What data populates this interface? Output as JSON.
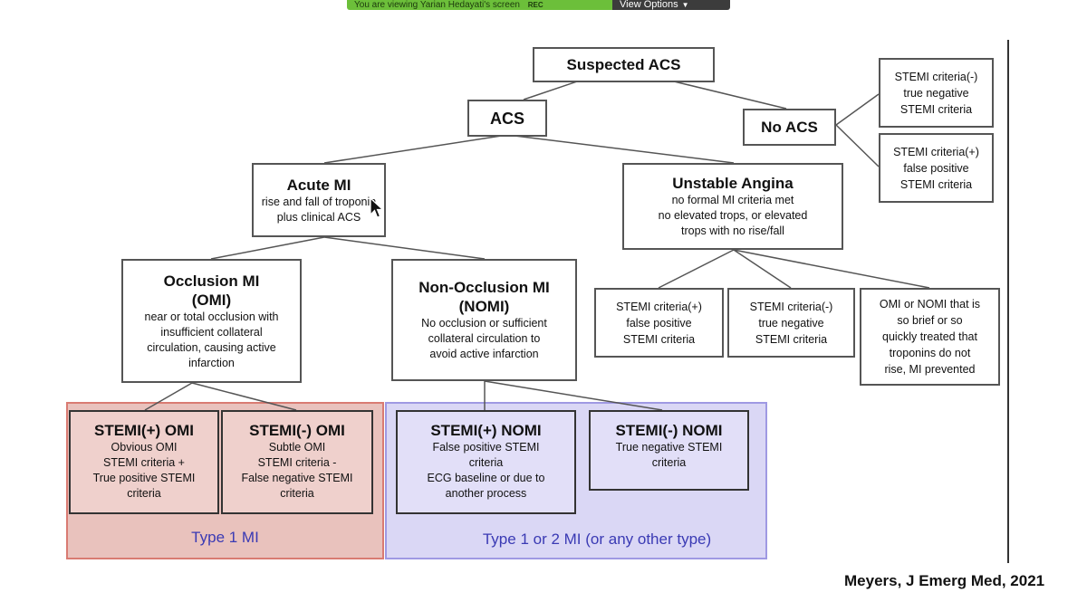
{
  "share_bar": {
    "status": "You are viewing Yarian Hedayati's screen",
    "rec": "REC",
    "view_options": "View Options"
  },
  "nodes": {
    "suspected_acs": {
      "title": "Suspected ACS"
    },
    "acs": {
      "title": "ACS"
    },
    "no_acs": {
      "title": "No ACS"
    },
    "no_acs_neg": {
      "desc": "STEMI criteria(-)\ntrue negative\nSTEMI criteria"
    },
    "no_acs_pos": {
      "desc": "STEMI criteria(+)\nfalse positive\nSTEMI criteria"
    },
    "acute_mi": {
      "title": "Acute MI",
      "desc": "rise and fall of troponin\nplus clinical ACS"
    },
    "unstable_angina": {
      "title": "Unstable Angina",
      "desc": "no formal MI criteria met\nno elevated trops, or elevated\ntrops with no rise/fall"
    },
    "omi": {
      "title": "Occlusion MI\n(OMI)",
      "desc": "near or total occlusion with\ninsufficient collateral\ncirculation, causing active\ninfarction"
    },
    "nomi": {
      "title": "Non-Occlusion MI\n(NOMI)",
      "desc": "No occlusion or sufficient\ncollateral circulation to\navoid active infarction"
    },
    "ua_pos": {
      "desc": "STEMI criteria(+)\nfalse positive\nSTEMI criteria"
    },
    "ua_neg": {
      "desc": "STEMI criteria(-)\ntrue negative\nSTEMI criteria"
    },
    "ua_brief": {
      "desc": "OMI or NOMI that is\nso brief or so\nquickly treated that\ntroponins do not\nrise, MI prevented"
    },
    "stemi_pos_omi": {
      "title": "STEMI(+) OMI",
      "desc": "Obvious OMI\nSTEMI criteria +\nTrue positive STEMI\ncriteria"
    },
    "stemi_neg_omi": {
      "title": "STEMI(-) OMI",
      "desc": "Subtle OMI\nSTEMI criteria -\nFalse negative STEMI\ncriteria"
    },
    "stemi_pos_nomi": {
      "title": "STEMI(+) NOMI",
      "desc": "False positive STEMI\ncriteria\nECG baseline or due to\nanother process"
    },
    "stemi_neg_nomi": {
      "title": "STEMI(-) NOMI",
      "desc": "True negative STEMI\ncriteria"
    }
  },
  "groups": {
    "type1": "Type 1 MI",
    "type12": "Type 1 or 2 MI (or any other type)"
  },
  "citation": "Meyers, J Emerg Med, 2021",
  "colors": {
    "type1_fill": "#e9c2bd",
    "type1_border": "#d97b72",
    "type12_fill": "#dad7f5",
    "type12_border": "#9f99e3",
    "group_label": "#3a3ab4",
    "share_green": "#6cbf3a"
  }
}
